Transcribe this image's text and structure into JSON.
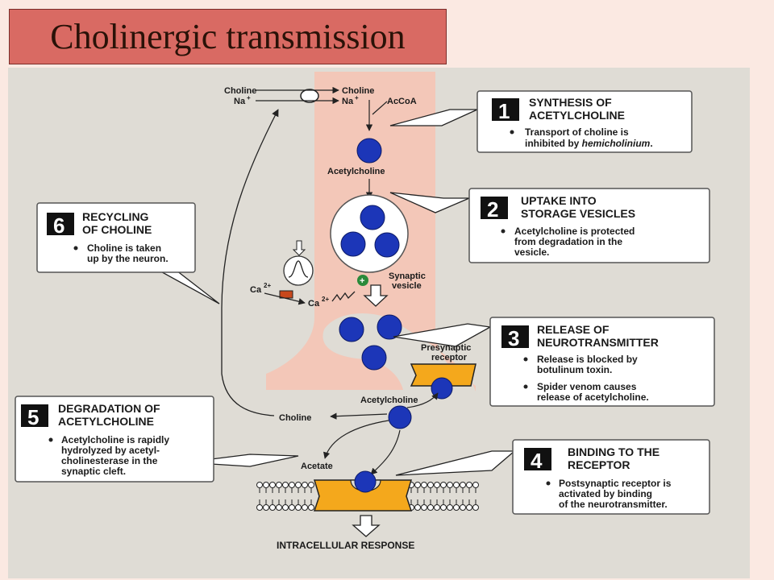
{
  "title": "Cholinergic transmission",
  "labels": {
    "choline_out": "Choline",
    "na_out": "Na",
    "na_sup": "+",
    "choline_in": "Choline",
    "na_in": "Na",
    "acetyl_coa": "AcCoA",
    "acetylcholine_top": "Acetylcholine",
    "ca_out": "Ca",
    "ca_in": "Ca",
    "ca_sup": "2+",
    "plus_sign": "+",
    "synaptic_vesicle_1": "Synaptic",
    "synaptic_vesicle_2": "vesicle",
    "presynaptic_receptor_1": "Presynaptic",
    "presynaptic_receptor_2": "receptor",
    "acetylcholine_cleft": "Acetylcholine",
    "choline_cleft": "Choline",
    "acetate": "Acetate",
    "intracellular_response": "INTRACELLULAR RESPONSE"
  },
  "callouts": [
    {
      "number": "1",
      "title": [
        "SYNTHESIS OF",
        "ACETYLCHOLINE"
      ],
      "body": [
        "Transport of choline is",
        "inhibited by "
      ],
      "body_italic": "hemicholinium",
      "body_end": "."
    },
    {
      "number": "2",
      "title": [
        "UPTAKE INTO",
        "STORAGE VESICLES"
      ],
      "body": [
        "Acetylcholine is protected",
        "from degradation in the",
        "vesicle."
      ]
    },
    {
      "number": "3",
      "title": [
        "RELEASE OF",
        "NEUROTRANSMITTER"
      ],
      "body": [
        "Release is blocked by",
        "botulinum toxin."
      ],
      "body2": [
        "Spider venom causes",
        "release of acetylcholine."
      ]
    },
    {
      "number": "4",
      "title": [
        "BINDING TO THE",
        "RECEPTOR"
      ],
      "body": [
        "Postsynaptic receptor is",
        "activated by binding",
        "of the neurotransmitter."
      ]
    },
    {
      "number": "5",
      "title": [
        "DEGRADATION OF",
        "ACETYLCHOLINE"
      ],
      "body": [
        "Acetylcholine is rapidly",
        "hydrolyzed by acetyl-",
        "cholinesterase in the",
        "synaptic cleft."
      ]
    },
    {
      "number": "6",
      "title": [
        "RECYCLING",
        "OF CHOLINE"
      ],
      "body": [
        "Choline is taken",
        "up by the neuron."
      ]
    }
  ],
  "colors": {
    "neuron": "#f3c7b8",
    "molecule": "#1c36b8",
    "receptor": "#f4a81c",
    "background": "#fbe9e2",
    "title_box": "#d96a63"
  }
}
